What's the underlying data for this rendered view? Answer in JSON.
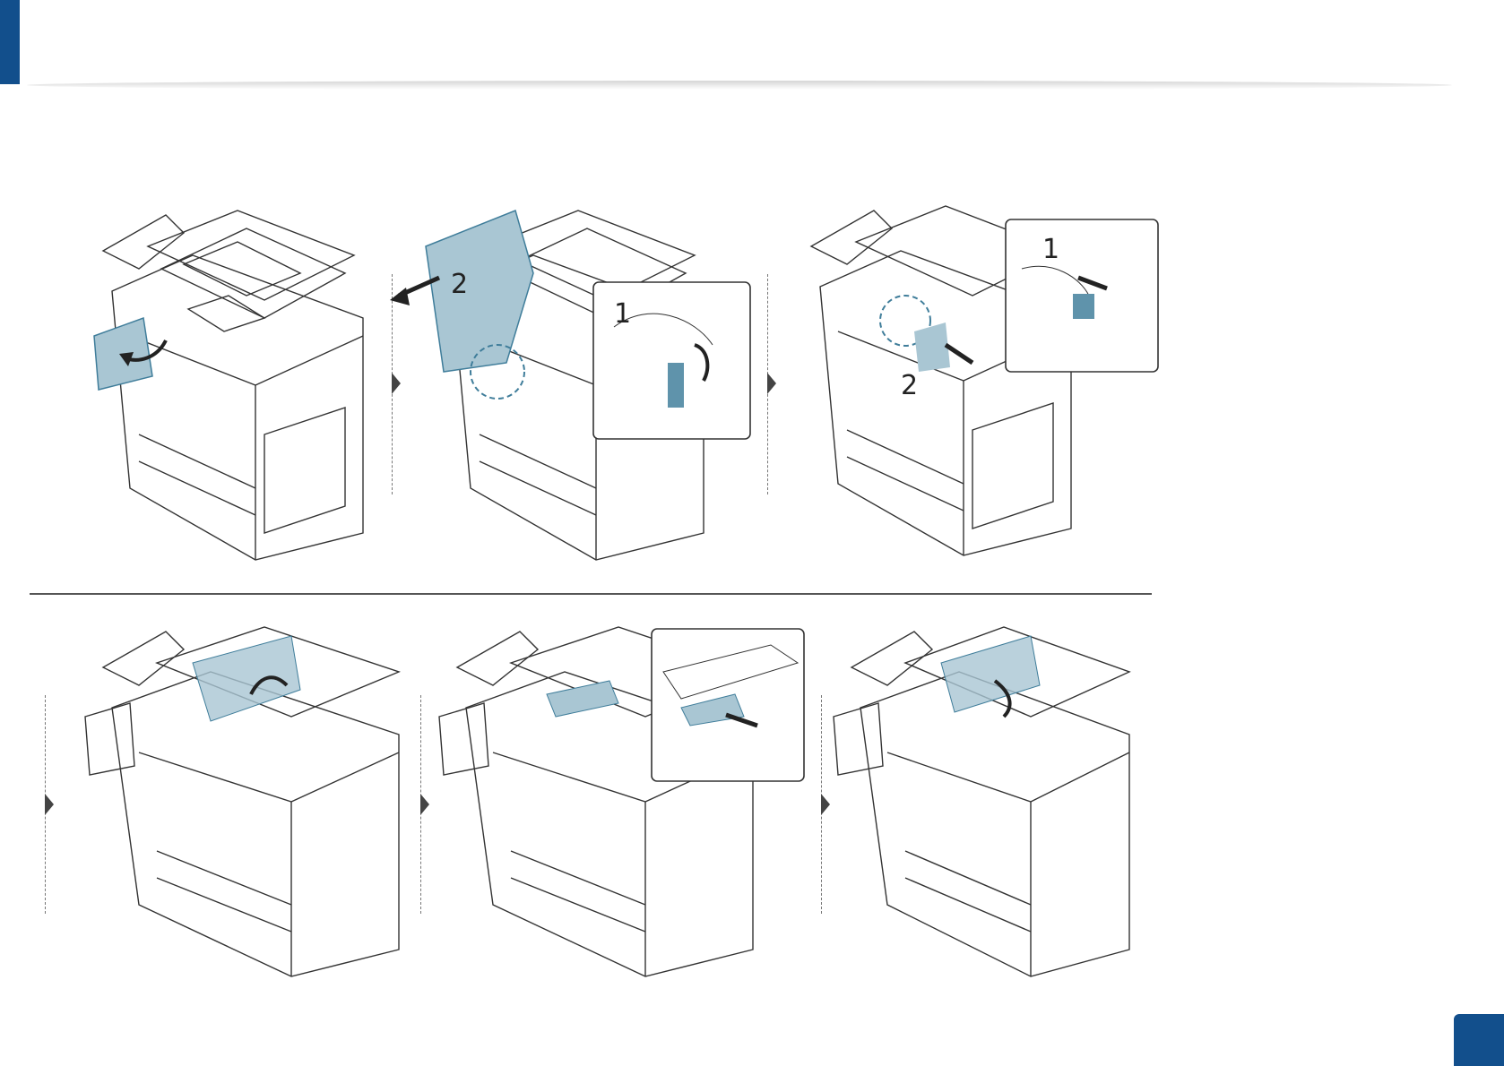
{
  "page": {
    "page_number": ""
  },
  "colors": {
    "accent": "#124f8c",
    "highlight": "#3f7d9a",
    "highlight_fill": "#a9c6d3",
    "line": "#333333"
  },
  "figure": {
    "panels": [
      {
        "id": "panel-1",
        "callouts": []
      },
      {
        "id": "panel-2",
        "callouts": [
          "2",
          "1"
        ]
      },
      {
        "id": "panel-3",
        "callouts": [
          "1",
          "2"
        ]
      },
      {
        "id": "panel-4",
        "callouts": []
      },
      {
        "id": "panel-5",
        "callouts": []
      },
      {
        "id": "panel-6",
        "callouts": []
      }
    ],
    "icons": [
      "step-arrow-icon",
      "rotate-arrow-icon",
      "pull-arrow-icon",
      "zoom-callout-icon"
    ]
  }
}
